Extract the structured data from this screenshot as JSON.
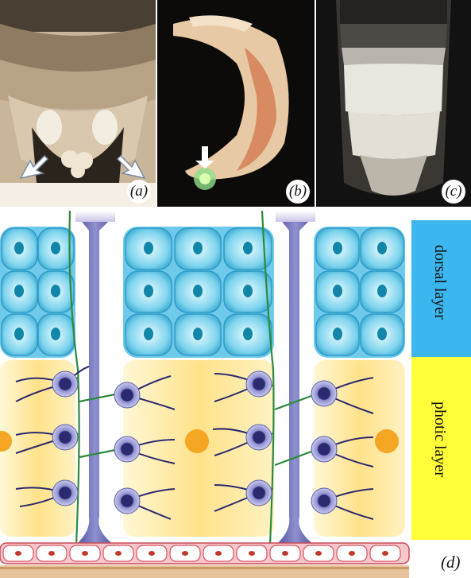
{
  "panels": [
    {
      "label": "(a)"
    },
    {
      "label": "(b)"
    },
    {
      "label": "(c)"
    },
    {
      "label": "(d)"
    }
  ],
  "layers": {
    "dorsal": "dorsal layer",
    "photic": "photic layer"
  },
  "colors": {
    "dorsal_band": "#3cb6ee",
    "photic_band": "#ffff3a",
    "dorsal_cells": "#7fd4ee",
    "photic_cells": "#ffe88a",
    "trachea": "#5b5fa2",
    "nerve": "#2d8a3a",
    "blood_cells": "#f4b0b8"
  },
  "icons": [
    "arrow-icon"
  ]
}
